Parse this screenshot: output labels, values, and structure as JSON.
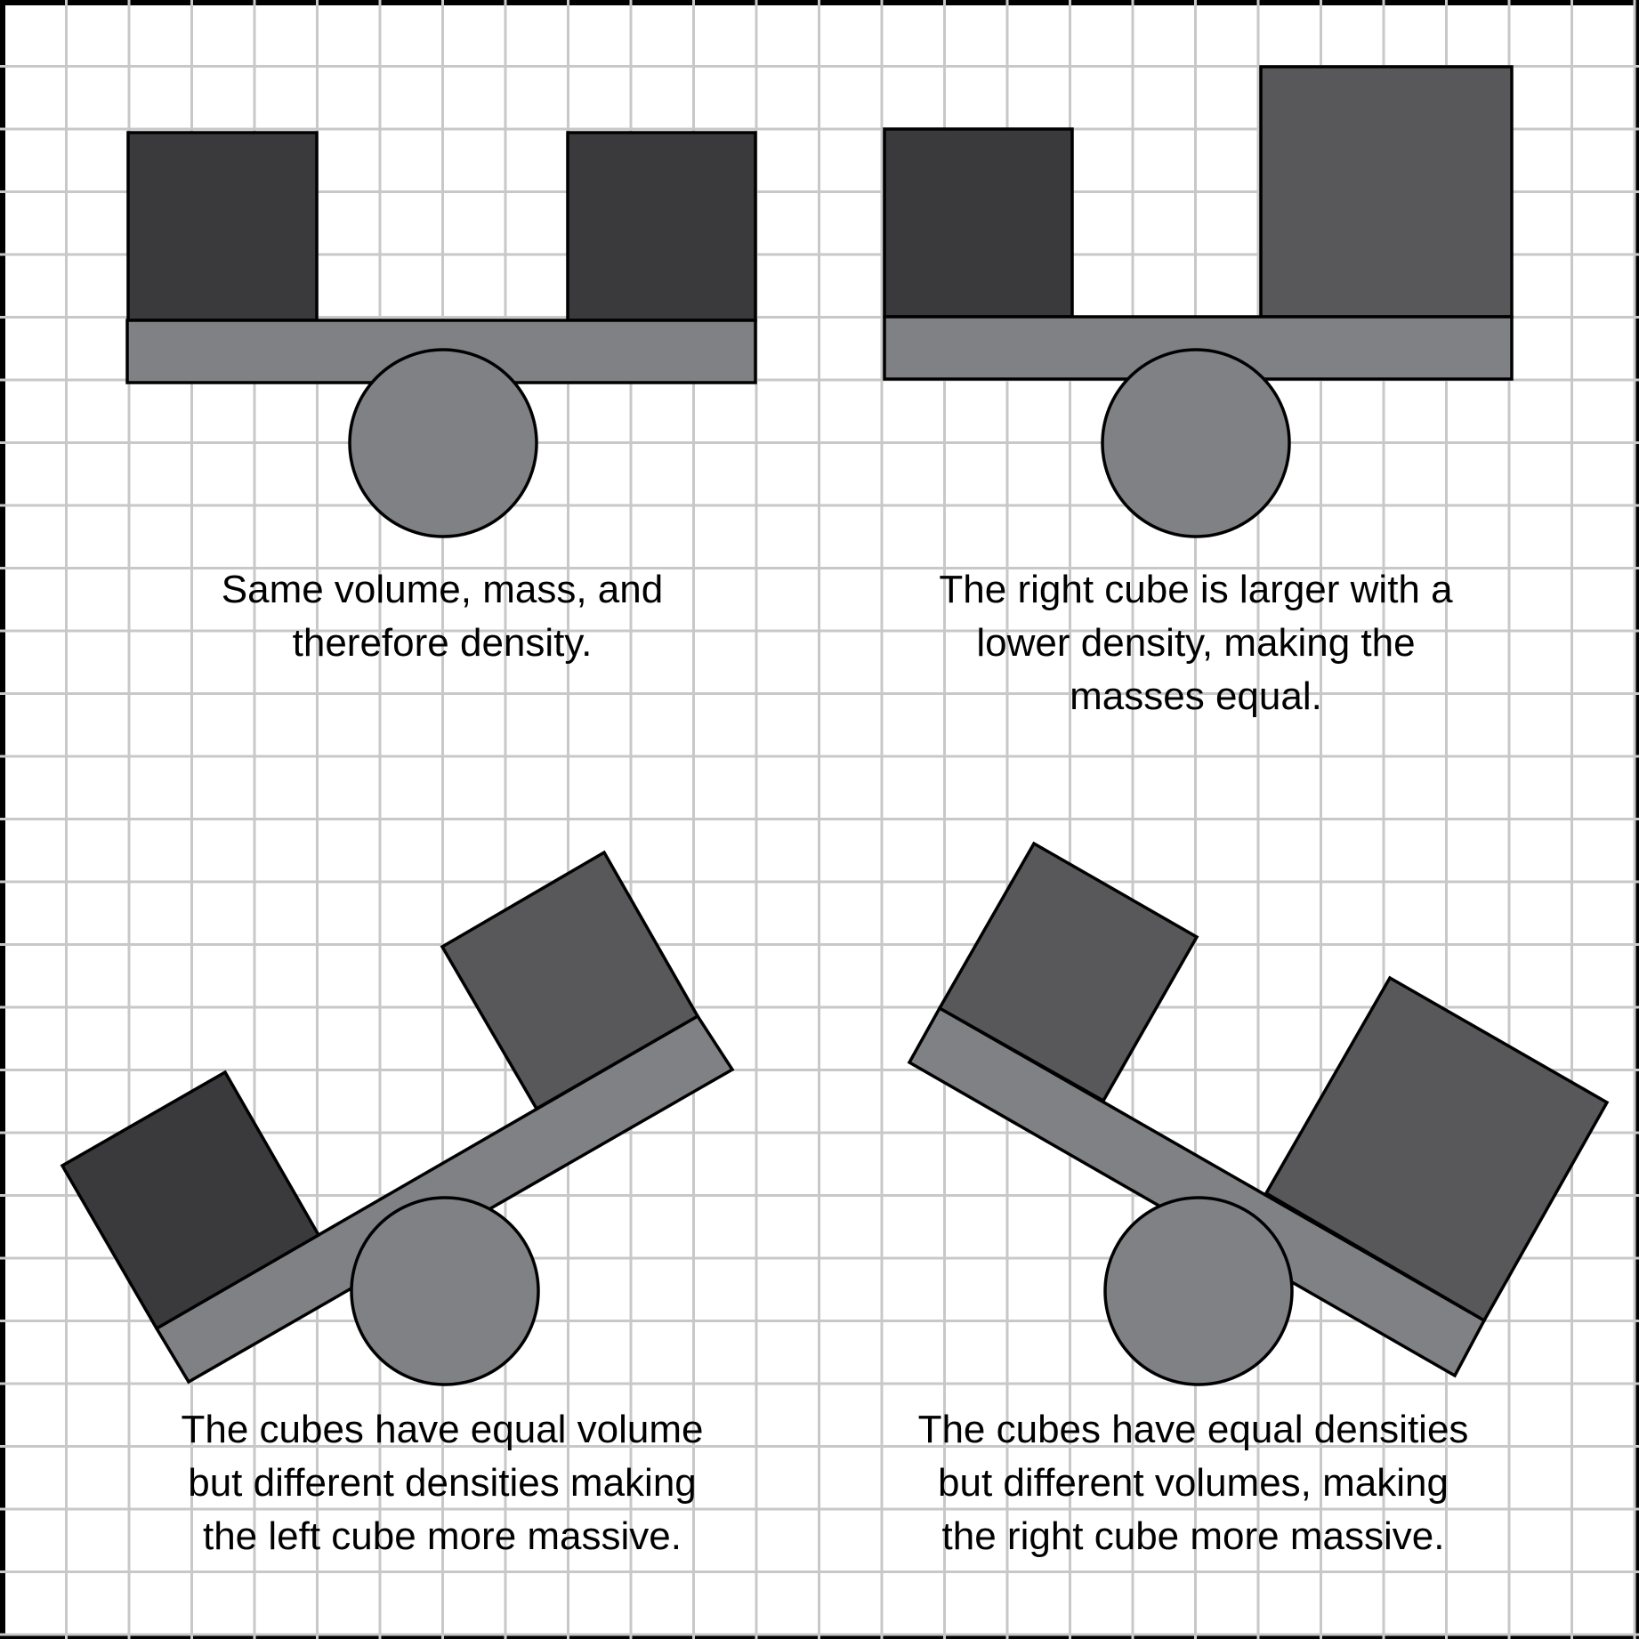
{
  "colors": {
    "background": "#ffffff",
    "grid": "#c8c8c8",
    "border": "#000000",
    "beam": "#808184",
    "fulcrum": "#808184",
    "dense_cube": "#3a3a3c",
    "light_cube": "#58585a"
  },
  "panels": {
    "top_left": {
      "caption": [
        "Same volume, mass, and",
        "therefore density."
      ]
    },
    "top_right": {
      "caption": [
        "The right cube is larger with a",
        "lower density, making the",
        "masses equal."
      ]
    },
    "bottom_left": {
      "caption": [
        "The cubes have equal volume",
        "but different densities making",
        "the left cube more massive."
      ]
    },
    "bottom_right": {
      "caption": [
        "The cubes have equal densities",
        "but different volumes, making",
        "the right cube more massive."
      ]
    }
  }
}
